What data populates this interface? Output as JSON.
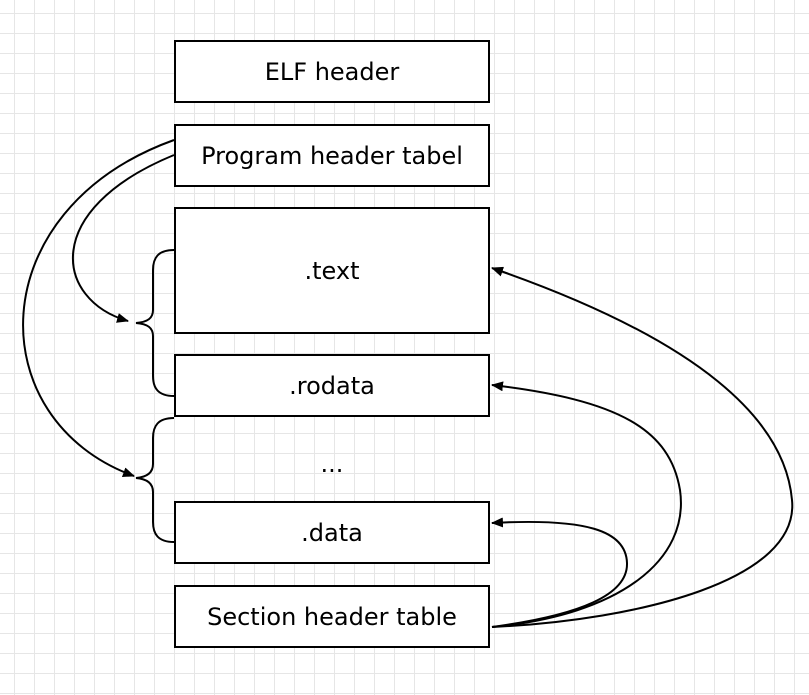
{
  "boxes": {
    "elf_header": "ELF header",
    "program_header_table": "Program header tabel",
    "text": ".text",
    "rodata": ".rodata",
    "ellipsis": "...",
    "data": ".data",
    "section_header_table": "Section header table"
  },
  "colors": {
    "stroke": "#000000",
    "box_fill": "#ffffff",
    "grid": "#e6e6e6"
  }
}
